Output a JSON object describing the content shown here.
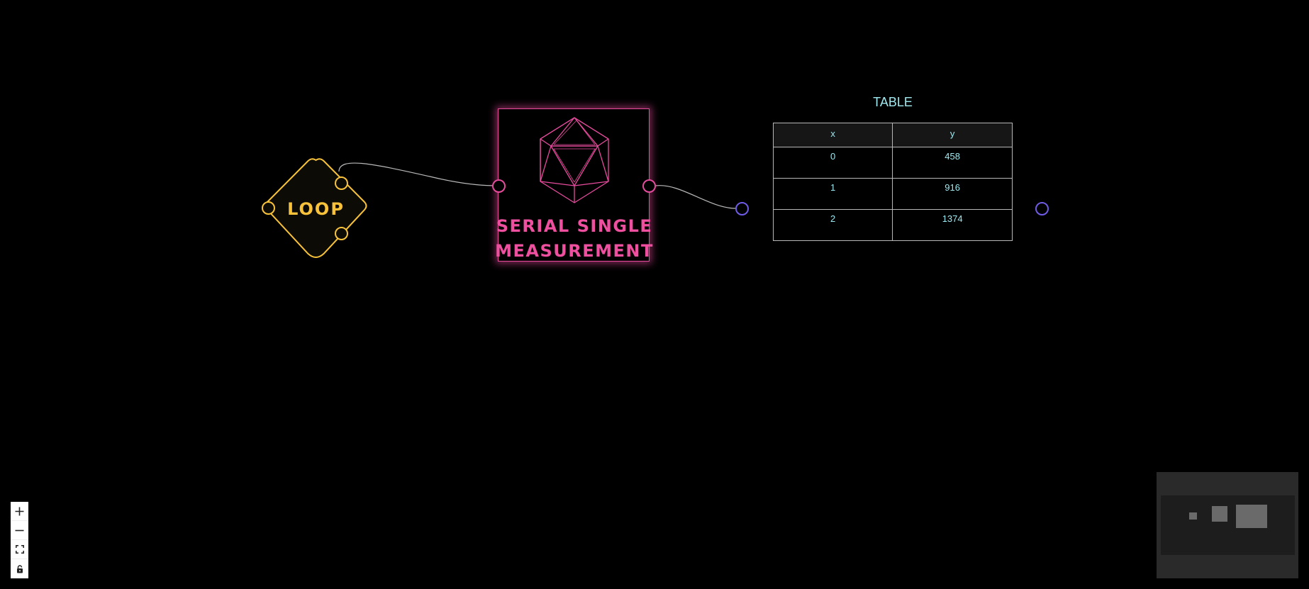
{
  "flow": {
    "loop_node": {
      "label": "LOOP",
      "color": "#f8c33a"
    },
    "serial_node": {
      "label": "SERIAL SINGLE MEASUREMENT",
      "color": "#e64b9d",
      "icon": "icosahedron-icon"
    },
    "table_node": {
      "title": "TABLE",
      "columns": [
        "x",
        "y"
      ],
      "rows": [
        [
          "0",
          "458"
        ],
        [
          "1",
          "916"
        ],
        [
          "2",
          "1374"
        ]
      ],
      "color": "#9ee8ef"
    },
    "edge_color": "#b9b9b9",
    "handle_colors": {
      "loop": "#f8c33a",
      "serial": "#e64b9d",
      "table": "#6f5ce6"
    }
  },
  "controls": {
    "zoom_in": "zoom-in-icon",
    "zoom_out": "zoom-out-icon",
    "fit_view": "fit-view-icon",
    "lock": "lock-icon"
  },
  "minimap": {
    "background": "#2a2a2a"
  }
}
